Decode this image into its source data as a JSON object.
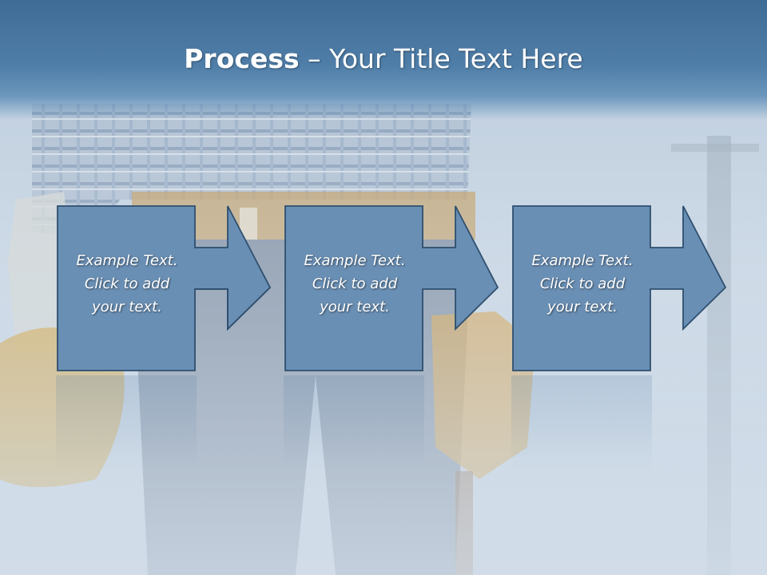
{
  "title": {
    "bold": "Process",
    "rest": " – Your Title Text Here"
  },
  "steps": [
    {
      "line1": "Example Text.",
      "line2": "Click  to add",
      "line3": "your text."
    },
    {
      "line1": "Example Text.",
      "line2": "Click  to add",
      "line3": "your text."
    },
    {
      "line1": "Example Text.",
      "line2": "Click  to add",
      "line3": "your text."
    }
  ],
  "colors": {
    "shape_fill": "#6a8fb4",
    "shape_border": "#2f4f6f",
    "title_band": "#4a79a4"
  }
}
